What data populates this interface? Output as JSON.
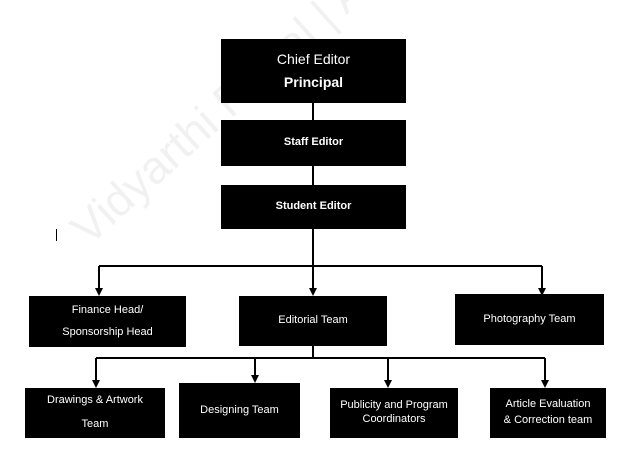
{
  "watermark": "Vidyarthi Portal | Ankidangoor",
  "nodes": {
    "chief": {
      "line1": "Chief Editor",
      "line2": "Principal"
    },
    "staff": {
      "line1": "Staff Editor"
    },
    "student": {
      "line1": "Student Editor"
    },
    "finance": {
      "line1": "Finance Head/",
      "line2": "Sponsorship Head"
    },
    "editorial": {
      "line1": "Editorial Team"
    },
    "photography": {
      "line1": "Photography Team"
    },
    "drawings": {
      "line1": "Drawings & Artwork",
      "line2": "Team"
    },
    "designing": {
      "line1": "Designing Team"
    },
    "publicity": {
      "line1": "Publicity and Program",
      "line2": "Coordinators"
    },
    "article": {
      "line1": "Article Evaluation",
      "line2": "& Correction team"
    }
  },
  "colors": {
    "box_fill": "#000000",
    "box_text": "#ffffff",
    "connector": "#000000"
  }
}
